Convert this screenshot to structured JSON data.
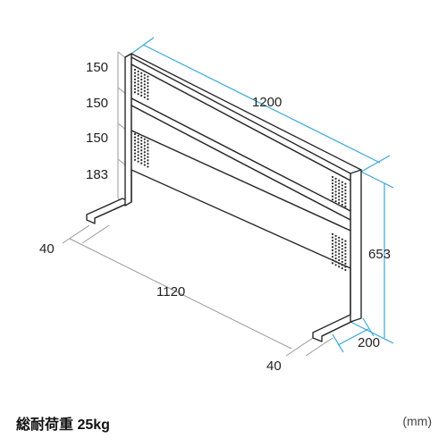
{
  "dimensions": {
    "rows": [
      "150",
      "150",
      "150",
      "183"
    ],
    "width_top": "1200",
    "height": "653",
    "depth": "200",
    "base_span": "1120",
    "foot_left": "40",
    "foot_right": "40"
  },
  "footer": {
    "load_capacity": "総耐荷重 25kg",
    "unit": "(mm)"
  },
  "colors": {
    "frame": "#2a2a2a",
    "dimension_gray": "#9a9a9a",
    "dimension_blue": "#3aa8d8"
  }
}
